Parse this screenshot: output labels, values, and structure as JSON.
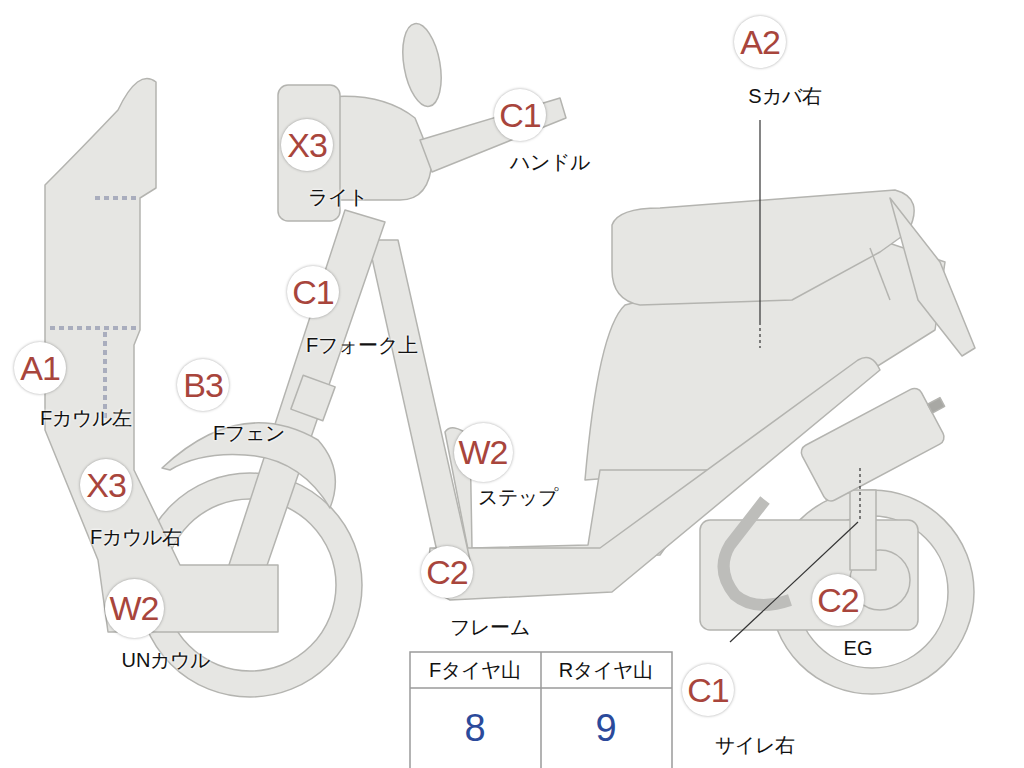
{
  "diagram": {
    "nodes": [
      {
        "text": [
          "A2",
          "Sカバ右"
        ]
      },
      {
        "text": [
          "C1",
          "ハンドル"
        ]
      },
      {
        "text": [
          "X3",
          "ライト"
        ]
      },
      {
        "text": [
          "C1",
          "Fフォーク上"
        ]
      },
      {
        "text": [
          "A1",
          "Fカウル左"
        ]
      },
      {
        "text": [
          "B3",
          "Fフェン"
        ]
      },
      {
        "text": [
          "W2",
          "ステップ"
        ]
      },
      {
        "text": [
          "X3",
          "Fカウル右"
        ]
      },
      {
        "text": [
          "C2",
          "フレーム"
        ]
      },
      {
        "text": [
          "W2",
          "UNカウル"
        ]
      },
      {
        "text": [
          "C2",
          "EG"
        ]
      },
      {
        "text": [
          "C1",
          "サイレ右"
        ]
      }
    ],
    "labels": [
      "Fタイヤ山",
      "Rタイヤ山",
      "8",
      "9"
    ]
  }
}
